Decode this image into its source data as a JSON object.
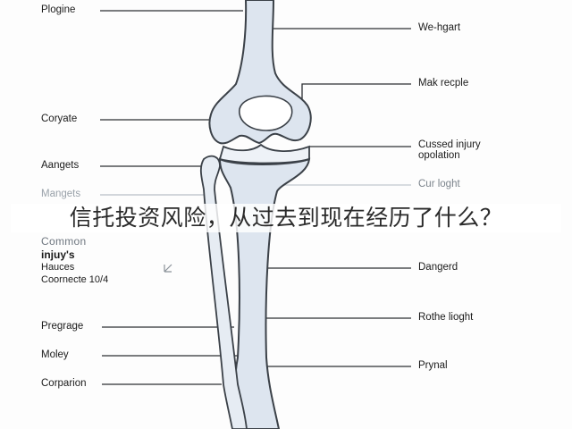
{
  "colors": {
    "bone_fill": "#dde5ef",
    "bone_stroke": "#3b4148",
    "leader_line": "#2c2f33",
    "background": "#fdfdfd"
  },
  "labels_left": [
    "Plogine",
    "Coryate",
    "Aangets",
    "Mangets",
    "Pregrage",
    "Moley",
    "Corparion"
  ],
  "labels_right": [
    "We-hgart",
    "Mak recple",
    "Cussed injury\nopolation",
    "Cur loght",
    "Dangerd",
    "Rothe lioght",
    "Prynal"
  ],
  "info_block": {
    "heading": "Common",
    "subheading": "injuy's",
    "line1": "Hauces",
    "line2": "Coornecte 10/4"
  },
  "overlay_title": "信托投资风险，从过去到现在经历了什么？"
}
